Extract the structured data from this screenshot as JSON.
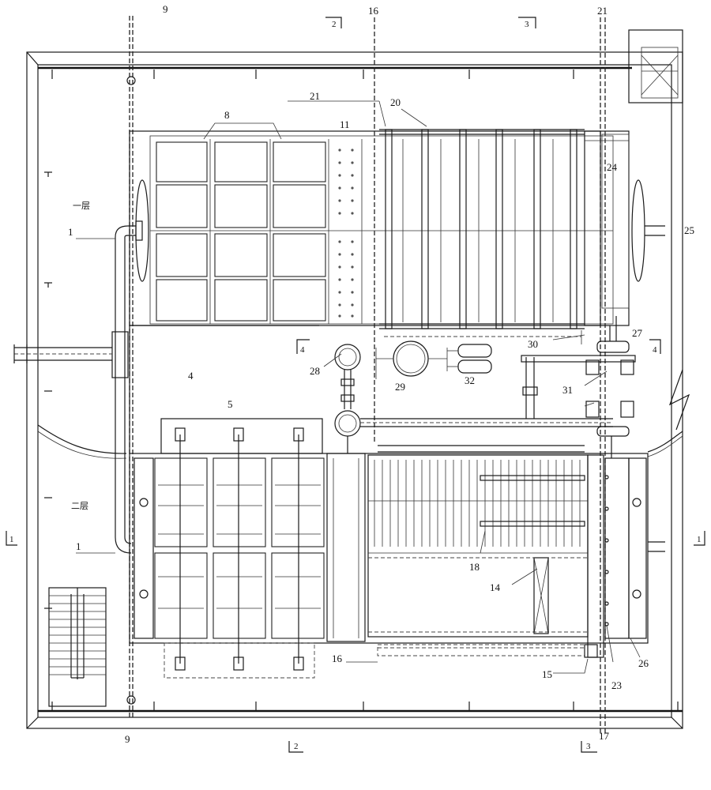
{
  "diagram": {
    "part_labels": [
      "1",
      "1",
      "4",
      "5",
      "8",
      "9",
      "9",
      "11",
      "14",
      "15",
      "16",
      "16",
      "17",
      "18",
      "20",
      "21",
      "21",
      "23",
      "24",
      "25",
      "26",
      "27",
      "28",
      "29",
      "30",
      "31",
      "32"
    ],
    "floor_labels": {
      "upper": "一层",
      "lower": "二层"
    },
    "section_marks": [
      "1",
      "1",
      "2",
      "2",
      "3",
      "3",
      "4",
      "4"
    ]
  }
}
